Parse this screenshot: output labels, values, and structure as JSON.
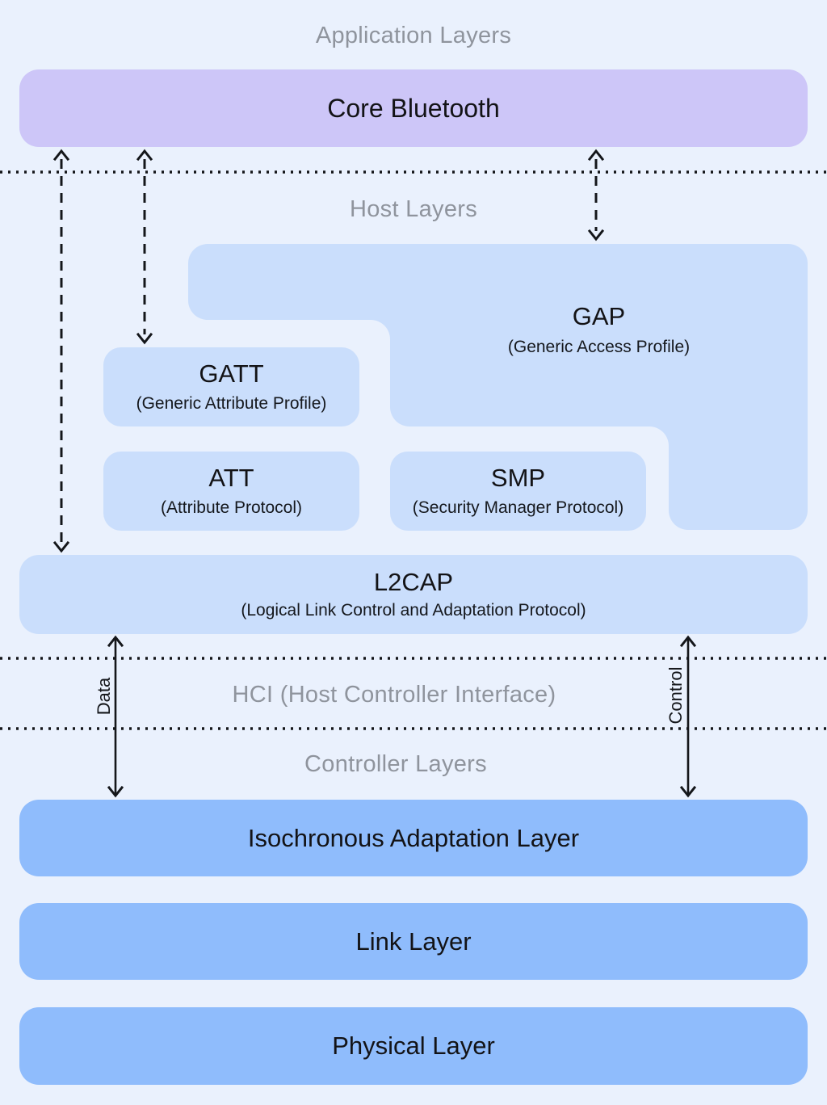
{
  "diagram": {
    "sections": {
      "application_layers": "Application Layers",
      "host_layers": "Host Layers",
      "hci": "HCI (Host Controller Interface)",
      "controller_layers": "Controller Layers"
    },
    "boxes": {
      "core_bluetooth": {
        "title": "Core Bluetooth"
      },
      "gap": {
        "title": "GAP",
        "subtitle": "(Generic Access Profile)"
      },
      "gatt": {
        "title": "GATT",
        "subtitle": "(Generic Attribute Profile)"
      },
      "att": {
        "title": "ATT",
        "subtitle": "(Attribute Protocol)"
      },
      "smp": {
        "title": "SMP",
        "subtitle": "(Security Manager Protocol)"
      },
      "l2cap": {
        "title": "L2CAP",
        "subtitle": "(Logical Link Control and Adaptation Protocol)"
      },
      "isochronous_adaptation_layer": {
        "title": "Isochronous Adaptation Layer"
      },
      "link_layer": {
        "title": "Link Layer"
      },
      "physical_layer": {
        "title": "Physical Layer"
      }
    },
    "arrow_labels": {
      "data": "Data",
      "control": "Control"
    },
    "colors": {
      "background": "#eaf1fd",
      "application_box": "#cdc6f8",
      "host_box": "#cadefc",
      "controller_box": "#8fbcfc",
      "section_label_text": "#8f949d",
      "box_title_text": "#131316",
      "line": "#14161a"
    }
  }
}
